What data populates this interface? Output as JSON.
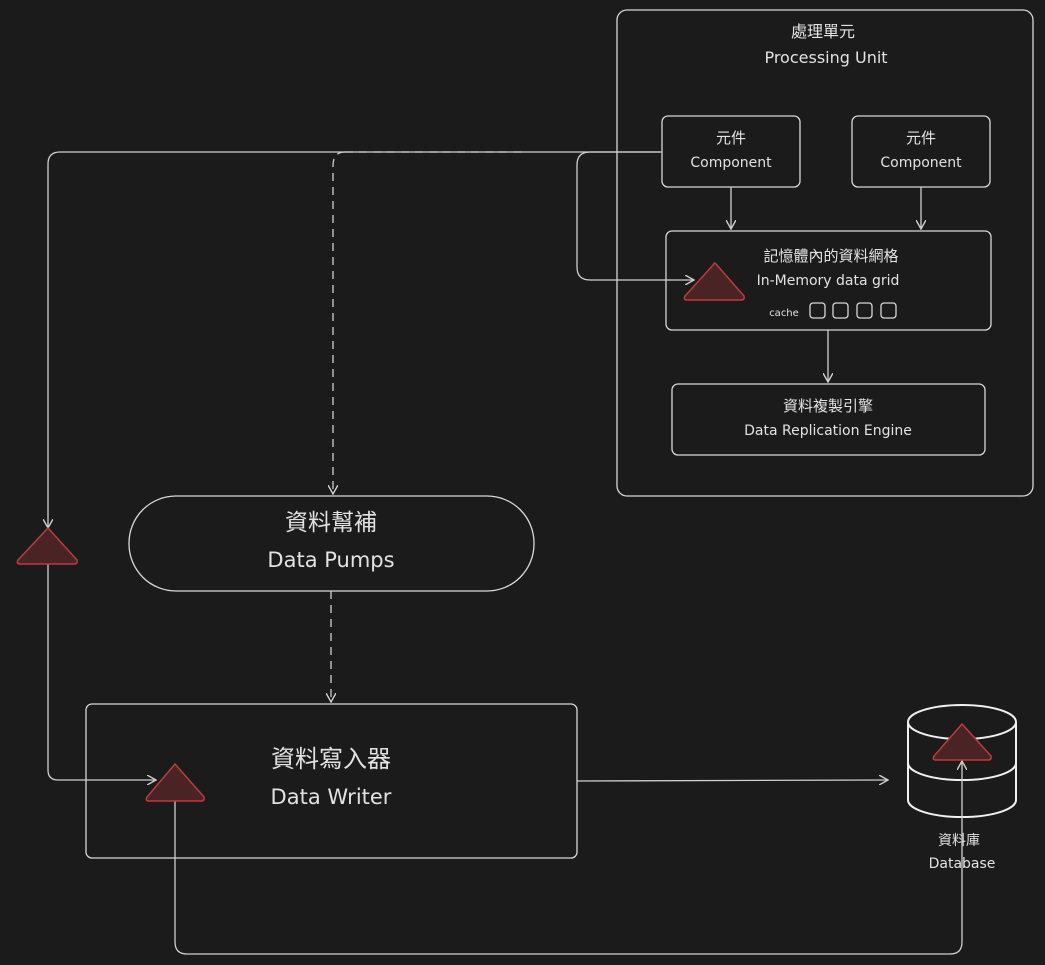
{
  "processing_unit": {
    "label_zh": "處理單元",
    "label_en": "Processing Unit"
  },
  "component_a": {
    "label_zh": "元件",
    "label_en": "Component"
  },
  "component_b": {
    "label_zh": "元件",
    "label_en": "Component"
  },
  "in_memory_grid": {
    "label_zh": "記憶體內的資料網格",
    "label_en": "In-Memory data grid",
    "cache_label": "cache"
  },
  "replication_engine": {
    "label_zh": "資料複製引擎",
    "label_en": "Data Replication Engine"
  },
  "data_pumps": {
    "label_zh": "資料幫補",
    "label_en": "Data Pumps"
  },
  "data_writer": {
    "label_zh": "資料寫入器",
    "label_en": "Data Writer"
  },
  "database": {
    "label_zh": "資料庫",
    "label_en": "Database"
  },
  "colors": {
    "background": "#1b1b1b",
    "stroke": "#d8d8d8",
    "warning_fill": "#4a2424",
    "warning_stroke": "#c03a3a"
  },
  "icons": [
    "warning-triangle-icon",
    "cache-slot-icon",
    "database-cylinder-icon"
  ]
}
